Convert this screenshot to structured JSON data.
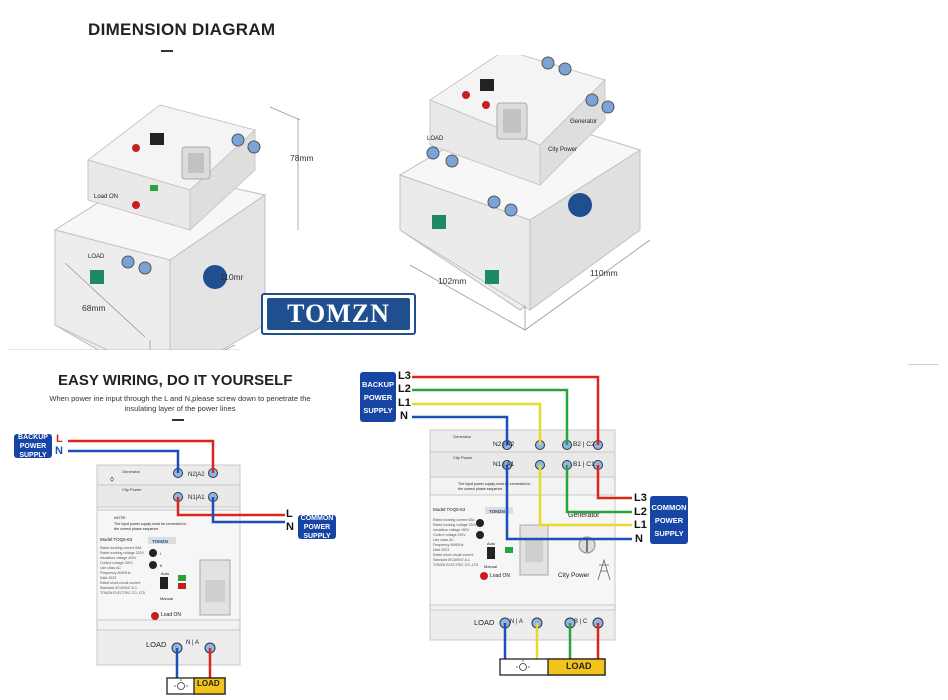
{
  "top": {
    "title": "DIMENSION DIAGRAM",
    "dims_left": {
      "height": "78mm",
      "length": "110mr",
      "depth": "68mm"
    },
    "dims_right": {
      "depth": "102mm",
      "length": "110mm"
    },
    "brand": "TOMZN"
  },
  "bottom": {
    "title": "EASY WIRING, DO IT YOURSELF",
    "subtitle": "When power ine input through the L and N,please screw down to penetrate the insulating layer of the power lines",
    "left_diagram": {
      "backup_tag": "BACKUP POWER SUPPLY",
      "common_tag": "COMMON POWER SUPPLY",
      "wires_in": [
        "L",
        "N"
      ],
      "wires_out": [
        "L",
        "N"
      ],
      "terminals_top": "N2 | A2",
      "terminals_mid": "N1 | A1",
      "load_label": "LOAD",
      "load_terminals": "N | A",
      "load_box": "LOAD",
      "model": "Model:TOQ6-63",
      "load_on": "Load ON",
      "brand_small": "TOMZN",
      "auto": "Auto",
      "manual": "Manual",
      "note": "NOTE: The input power supply must be connected in the correct phase sequence"
    },
    "right_diagram": {
      "backup_tag": "BACKUP POWER SUPPLY",
      "common_tag": "COMMON POWER SUPPLY",
      "wires_in": [
        "L3",
        "L2",
        "L1",
        "N"
      ],
      "wires_out": [
        "L3",
        "L2",
        "L1",
        "N"
      ],
      "terminals_top_left": "N2 | A2",
      "terminals_top_right": "B2 | C2",
      "terminals_mid_left": "N1 | A1",
      "terminals_mid_right": "B1 | C1",
      "generator": "Generator",
      "city_power": "City Power",
      "load_label": "LOAD",
      "load_terminals_left": "N | A",
      "load_terminals_right": "B | C",
      "load_box": "LOAD",
      "model": "Model:TOQ6-63",
      "load_on": "Load ON",
      "brand_small": "TOMZN",
      "auto": "Auto",
      "manual": "Manual"
    }
  },
  "colors": {
    "red": "#d9261c",
    "green": "#2aa43a",
    "yellow": "#e7d92a",
    "blue": "#1d4fb8",
    "tag_blue": "#1645a6",
    "brand_blue": "#1f4f8f",
    "load_yellow": "#f2c31b"
  },
  "icons": [
    "lamp-icon",
    "knob-icon",
    "generator-icon",
    "transmission-tower-icon"
  ]
}
